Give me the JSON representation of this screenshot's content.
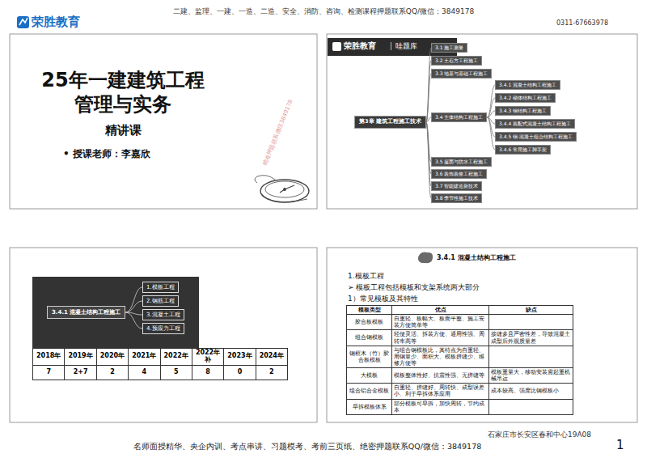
{
  "diagram": {
    "nodes": [
      {
        "text": [
          "第3章 建筑工程施工技术"
        ]
      },
      {
        "text": [
          "3.1 施工测量"
        ]
      },
      {
        "text": [
          "3.2 土石方工程施工"
        ]
      },
      {
        "text": [
          "3.3 地基与基础工程施工"
        ]
      },
      {
        "text": [
          "3.4 主体结构工程施工"
        ]
      },
      {
        "text": [
          "3.4.1 混凝土结构工程施工"
        ]
      },
      {
        "text": [
          "3.4.2 砌体结构工程施工"
        ]
      },
      {
        "text": [
          "3.4.3 钢结构工程施工"
        ]
      },
      {
        "text": [
          "3.4.4 装配式混凝土结构工程施工"
        ]
      },
      {
        "text": [
          "3.4.5 钢-混凝土组合结构工程施工"
        ]
      },
      {
        "text": [
          "3.4.6 常用施工脚手架"
        ]
      },
      {
        "text": [
          "3.5 屋面与防水工程施工"
        ]
      },
      {
        "text": [
          "3.6 装饰装修工程施工"
        ]
      },
      {
        "text": [
          "3.7 智能建造新技术"
        ]
      },
      {
        "text": [
          "3.8 季节性施工技术"
        ]
      },
      {
        "text": [
          "3.4.1 混凝土结构工程施工"
        ]
      },
      {
        "text": [
          "1.模板工程"
        ]
      },
      {
        "text": [
          "2.钢筋工程"
        ]
      },
      {
        "text": [
          "3.混凝土工程"
        ]
      },
      {
        "text": [
          "4.预应力工程"
        ]
      }
    ],
    "edges": [
      {
        "from": 0,
        "to": 1,
        "arrow": "none"
      },
      {
        "from": 0,
        "to": 2,
        "arrow": "none"
      },
      {
        "from": 0,
        "to": 3,
        "arrow": "none"
      },
      {
        "from": 0,
        "to": 4,
        "arrow": "none"
      },
      {
        "from": 0,
        "to": 11,
        "arrow": "none"
      },
      {
        "from": 0,
        "to": 12,
        "arrow": "none"
      },
      {
        "from": 0,
        "to": 13,
        "arrow": "none"
      },
      {
        "from": 0,
        "to": 14,
        "arrow": "none"
      },
      {
        "from": 4,
        "to": 5,
        "arrow": "none"
      },
      {
        "from": 4,
        "to": 6,
        "arrow": "none"
      },
      {
        "from": 4,
        "to": 7,
        "arrow": "none"
      },
      {
        "from": 4,
        "to": 8,
        "arrow": "none"
      },
      {
        "from": 4,
        "to": 9,
        "arrow": "none"
      },
      {
        "from": 4,
        "to": 10,
        "arrow": "none"
      },
      {
        "from": 15,
        "to": 16,
        "arrow": "none"
      },
      {
        "from": 15,
        "to": 17,
        "arrow": "none"
      },
      {
        "from": 15,
        "to": 18,
        "arrow": "none"
      },
      {
        "from": 15,
        "to": 19,
        "arrow": "none"
      }
    ],
    "labels": [
      "二建、监理、一建、一造、二造、安全、消防、咨询、检测课程押题联系QQ/微信：3849178",
      "荣胜教育",
      "0311-67663978",
      "25年一建建筑工程",
      "管理与实务",
      "精讲课",
      "• 授课老师：李嘉欣",
      "精准押题联系微信3849178",
      "荣胜教育",
      "哇题库",
      "2018年",
      "2019年",
      "2020年",
      "2021年",
      "2022年",
      "2022年补",
      "2023年",
      "2024年",
      "7",
      "2+7",
      "2",
      "4",
      "5",
      "8",
      "0",
      "2",
      "3.4.1 混凝土结构工程施工",
      "1.模板工程",
      "➢ 模板工程包括模板和支架系统两大部分",
      "1）常见模板及其特性",
      "模板类型",
      "优点",
      "缺点",
      "胶合板模板",
      "自重轻、板幅大、板面平整、施工安装方便简单等",
      "组合钢模板",
      "轻便灵活、拆装方便、通用性强、周转率高等",
      "接缝多且严密性差，导致混凝土成型后外观质量差",
      "钢框木（竹）胶合板模板",
      "与组合钢模板比，其特点为自重轻、用钢量少、面积大、模板拼缝少、维修方便等",
      "大模板",
      "模板整体性好、抗震性强、无拼缝等",
      "模板重量大，移动安装需起重机械吊运",
      "组合铝合金模板",
      "自重轻、拼缝好、周转快、成型误差小、利于早拆体系应用",
      "成本较高、强度比钢模板小",
      "早拆模板体系",
      "部分模板可早拆，加快周转，节约成本",
      "石家庄市长安区春和中心19A08",
      "名师面授精华、央企内训、考点串讲、习题模考、考前三页纸、绝密押题联系QQ/微信：3849178",
      "1"
    ]
  }
}
